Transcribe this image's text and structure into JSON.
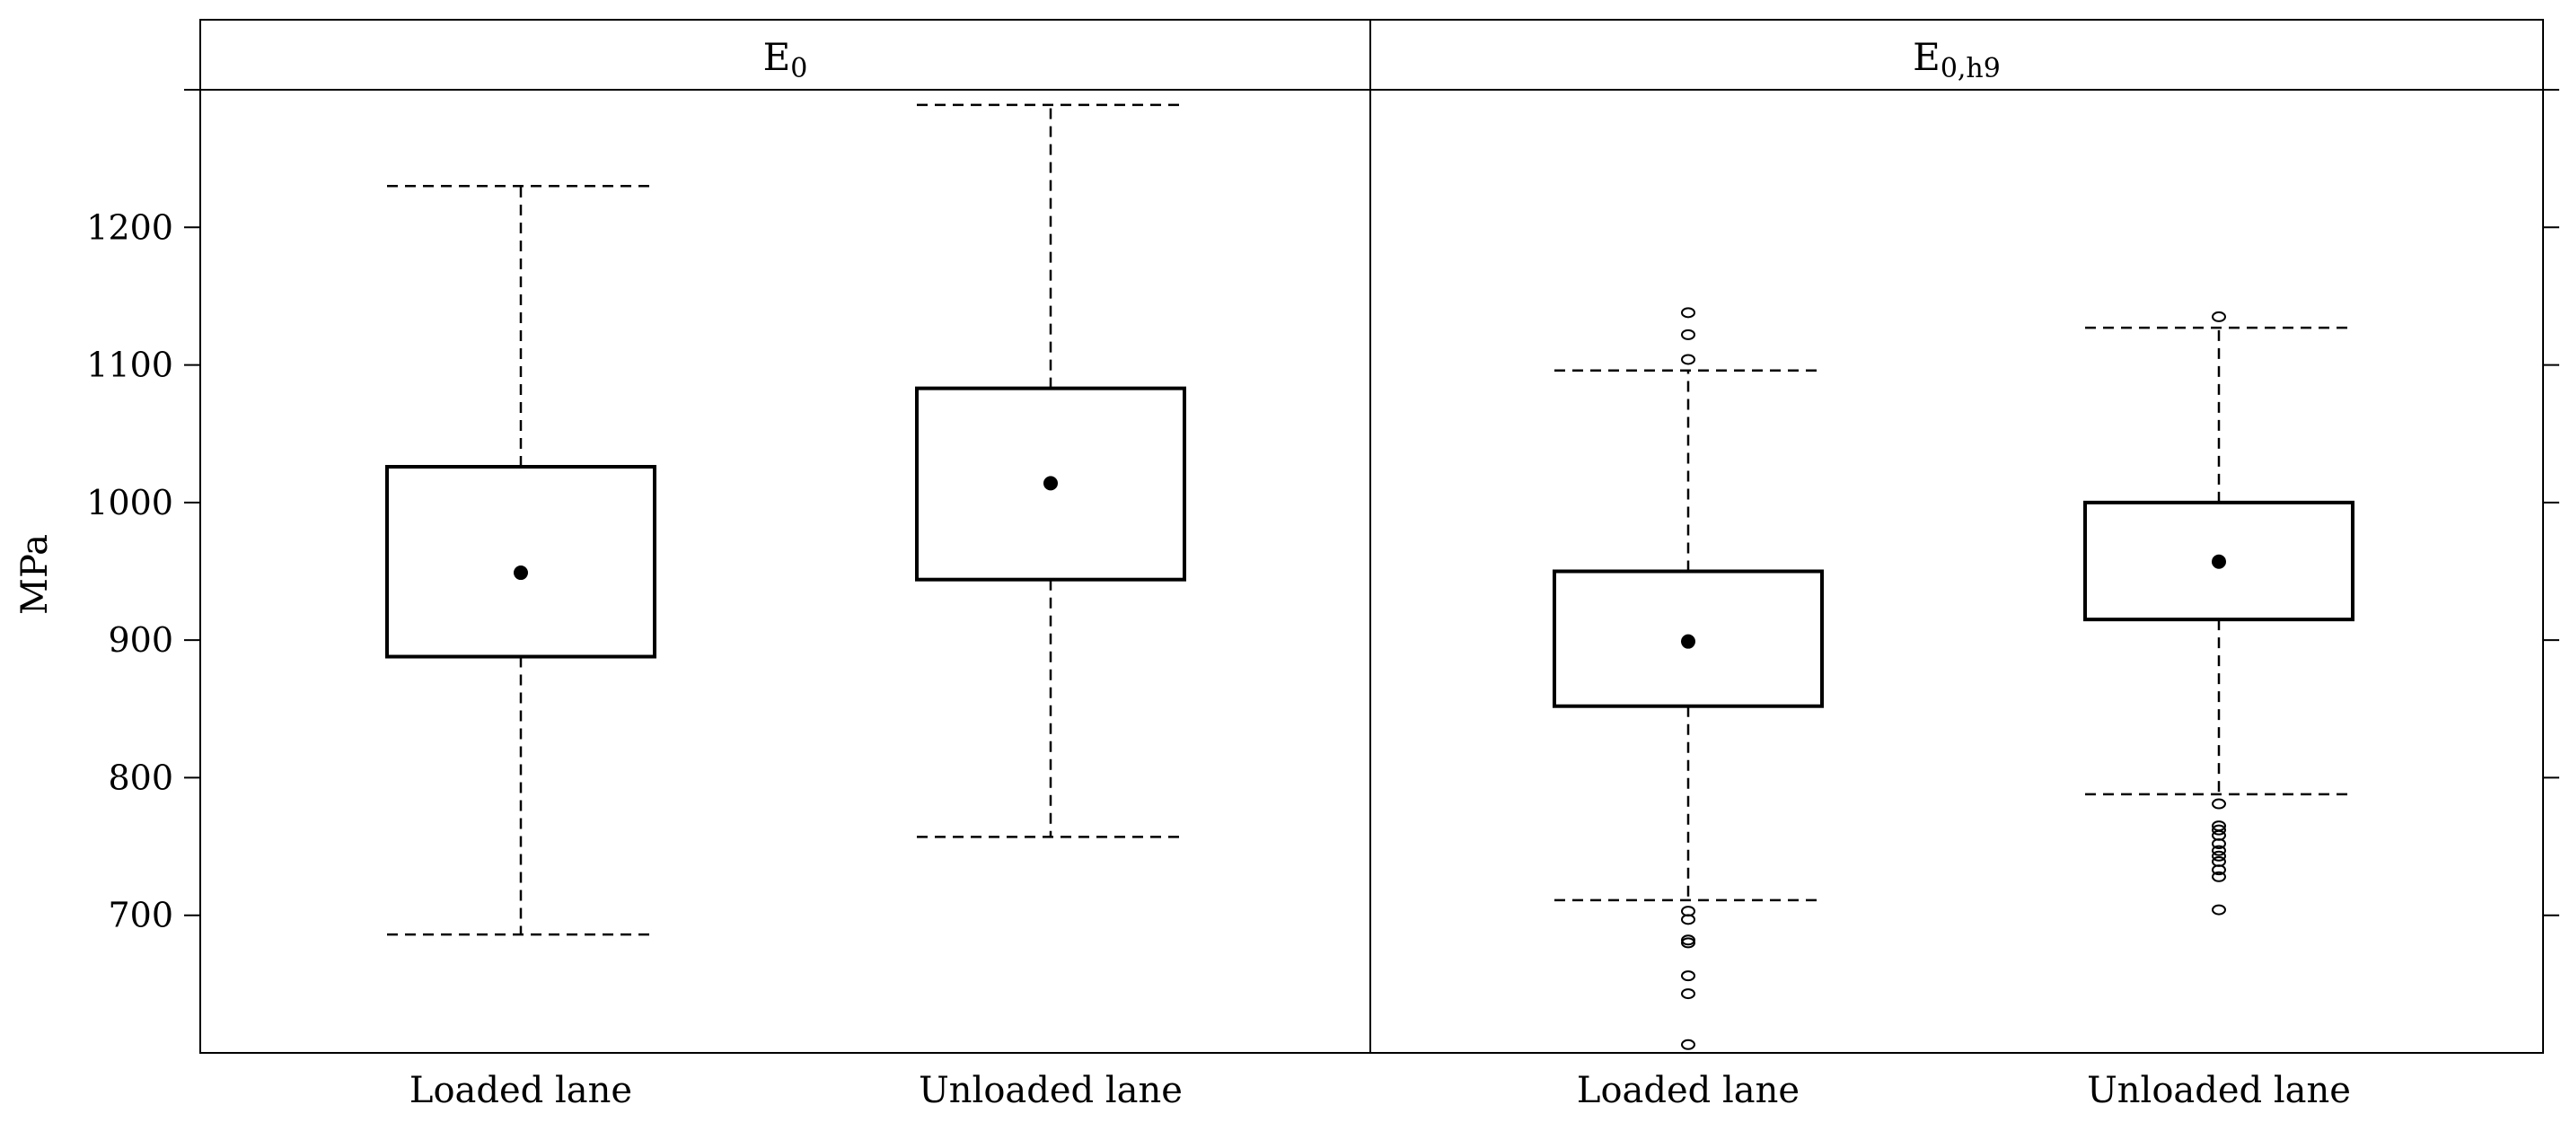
{
  "chart_data": {
    "type": "box",
    "ylabel": "MPa",
    "ylim": [
      600,
      1300
    ],
    "yticks": [
      700,
      800,
      900,
      1000,
      1100,
      1200
    ],
    "grid": false,
    "panels": [
      {
        "title": "E",
        "title_sub": "0",
        "categories": [
          "Loaded lane",
          "Unloaded lane"
        ],
        "boxes": [
          {
            "whisker_low": 686,
            "q1": 888,
            "mean": 949,
            "q3": 1026,
            "whisker_high": 1230,
            "outliers": []
          },
          {
            "whisker_low": 757,
            "q1": 944,
            "mean": 1014,
            "q3": 1083,
            "whisker_high": 1289,
            "outliers": []
          }
        ]
      },
      {
        "title": "E",
        "title_sub": "0,h9",
        "categories": [
          "Loaded lane",
          "Unloaded lane"
        ],
        "boxes": [
          {
            "whisker_low": 711,
            "q1": 852,
            "mean": 899,
            "q3": 950,
            "whisker_high": 1096,
            "outliers": [
              1138,
              1122,
              1104,
              703,
              697,
              682,
              680,
              656,
              643,
              606
            ]
          },
          {
            "whisker_low": 788,
            "q1": 915,
            "mean": 957,
            "q3": 1000,
            "whisker_high": 1127,
            "outliers": [
              1135,
              781,
              765,
              762,
              758,
              752,
              747,
              743,
              739,
              733,
              728,
              704
            ]
          }
        ]
      }
    ]
  }
}
